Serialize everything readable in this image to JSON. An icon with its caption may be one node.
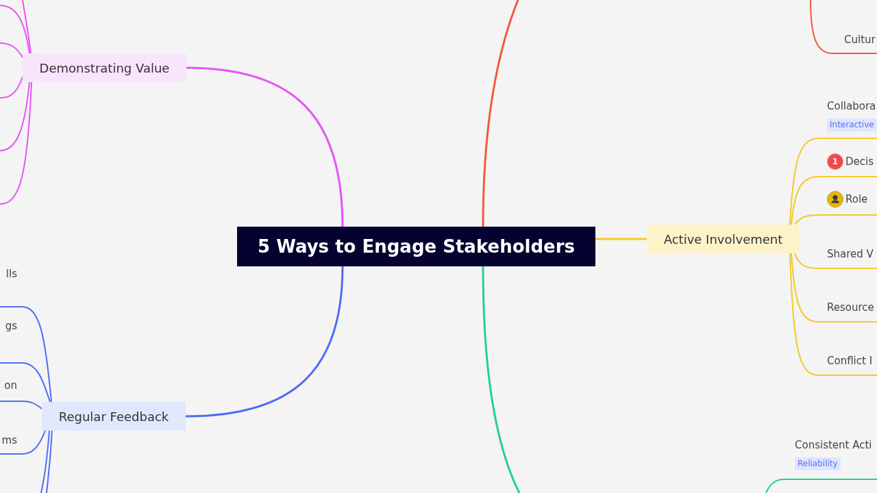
{
  "diagram": {
    "nodes": [
      {
        "text": [
          "5 Ways to Engage Stakeholders"
        ]
      },
      {
        "text": [
          "Demonstrating Value"
        ]
      },
      {
        "text": [
          "Regular Feedback"
        ]
      },
      {
        "text": [
          "lls"
        ]
      },
      {
        "text": [
          "gs"
        ]
      },
      {
        "text": [
          "on"
        ]
      },
      {
        "text": [
          "ms"
        ]
      },
      {
        "text": [
          "Cultur"
        ]
      },
      {
        "text": [
          "Active Involvement"
        ]
      },
      {
        "text": [
          "Collabora",
          "Interactive"
        ]
      },
      {
        "text": [
          "1",
          "Decis"
        ]
      },
      {
        "text": [
          "Role"
        ]
      },
      {
        "text": [
          "Shared V"
        ]
      },
      {
        "text": [
          "Resource"
        ]
      },
      {
        "text": [
          "Conflict I"
        ]
      },
      {
        "text": [
          "Consistent Acti",
          "Reliability"
        ]
      }
    ],
    "edges": [
      {
        "from": 0,
        "to": 1,
        "arrow": "none",
        "color": "#e754f5"
      },
      {
        "from": 0,
        "to": 2,
        "arrow": "none",
        "color": "#4f6cf6"
      },
      {
        "from": 0,
        "to": null,
        "arrow": "none",
        "color": "#f15a3a"
      },
      {
        "from": 0,
        "to": 8,
        "arrow": "none",
        "color": "#f6c82a"
      },
      {
        "from": 0,
        "to": null,
        "arrow": "none",
        "color": "#20d38a"
      },
      {
        "from": 1,
        "to": null,
        "arrow": "none",
        "color": "#e754f5"
      },
      {
        "from": 1,
        "to": null,
        "arrow": "none",
        "color": "#e754f5"
      },
      {
        "from": 1,
        "to": null,
        "arrow": "none",
        "color": "#e754f5"
      },
      {
        "from": 1,
        "to": null,
        "arrow": "none",
        "color": "#e754f5"
      },
      {
        "from": 1,
        "to": null,
        "arrow": "none",
        "color": "#e754f5"
      },
      {
        "from": 1,
        "to": null,
        "arrow": "none",
        "color": "#e754f5"
      },
      {
        "from": 2,
        "to": 3,
        "arrow": "none",
        "color": "#4f6cf6"
      },
      {
        "from": 2,
        "to": 4,
        "arrow": "none",
        "color": "#4f6cf6"
      },
      {
        "from": 2,
        "to": 5,
        "arrow": "none",
        "color": "#4f6cf6"
      },
      {
        "from": 2,
        "to": 6,
        "arrow": "none",
        "color": "#4f6cf6"
      },
      {
        "from": 2,
        "to": null,
        "arrow": "none",
        "color": "#4f6cf6"
      },
      {
        "from": 2,
        "to": null,
        "arrow": "none",
        "color": "#4f6cf6"
      },
      {
        "from": null,
        "to": 7,
        "arrow": "none",
        "color": "#f15a3a"
      },
      {
        "from": 8,
        "to": 9,
        "arrow": "none",
        "color": "#f6c82a"
      },
      {
        "from": 8,
        "to": 10,
        "arrow": "none",
        "color": "#f6c82a"
      },
      {
        "from": 8,
        "to": 11,
        "arrow": "none",
        "color": "#f6c82a"
      },
      {
        "from": 8,
        "to": 12,
        "arrow": "none",
        "color": "#f6c82a"
      },
      {
        "from": 8,
        "to": 13,
        "arrow": "none",
        "color": "#f6c82a"
      },
      {
        "from": 8,
        "to": 14,
        "arrow": "none",
        "color": "#f6c82a"
      },
      {
        "from": null,
        "to": 15,
        "arrow": "none",
        "color": "#20d38a"
      }
    ]
  }
}
